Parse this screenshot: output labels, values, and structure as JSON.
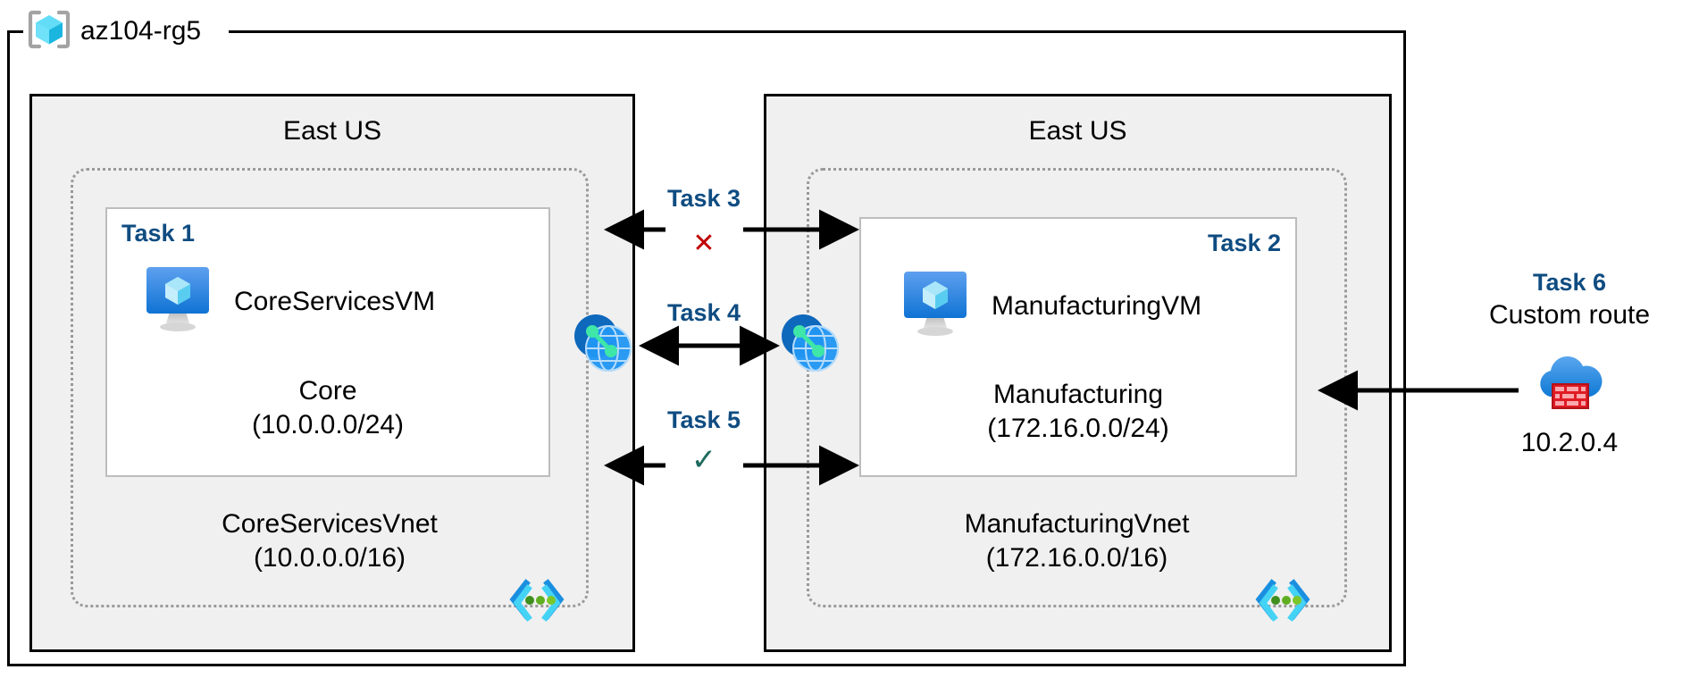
{
  "resource_group": {
    "name": "az104-rg5",
    "icon": "azure-resource-group-icon"
  },
  "regions": [
    {
      "id": "left",
      "title": "East US"
    },
    {
      "id": "right",
      "title": "East US"
    }
  ],
  "vnets": [
    {
      "id": "left",
      "name": "CoreServicesVnet",
      "cidr": "(10.0.0.0/16)",
      "label": "CoreServicesVnet\n(10.0.0.0/16)",
      "icon": "vnet-subnet-icon"
    },
    {
      "id": "right",
      "name": "ManufacturingVnet",
      "cidr": "(172.16.0.0/16)",
      "label": "ManufacturingVnet\n(172.16.0.0/16)",
      "icon": "vnet-subnet-icon"
    }
  ],
  "subnets": [
    {
      "id": "left",
      "task_tag": "Task 1",
      "vm_name": "CoreServicesVM",
      "vm_icon": "virtual-machine-icon",
      "subnet_name": "Core",
      "subnet_cidr": "(10.0.0.0/24)",
      "label": "Core\n(10.0.0.0/24)"
    },
    {
      "id": "right",
      "task_tag": "Task 2",
      "vm_name": "ManufacturingVM",
      "vm_icon": "virtual-machine-icon",
      "subnet_name": "Manufacturing",
      "subnet_cidr": "(172.16.0.0/24)",
      "label": "Manufacturing\n(172.16.0.0/24)"
    }
  ],
  "peering_icons": [
    {
      "id": "left",
      "icon": "vnet-peering-icon"
    },
    {
      "id": "right",
      "icon": "vnet-peering-icon"
    }
  ],
  "tasks": [
    {
      "id": "task3",
      "heading": "Task 3",
      "mark": "✕",
      "mark_kind": "x",
      "mark_color": "#c00000",
      "arrow": "bidirectional-blocked"
    },
    {
      "id": "task4",
      "heading": "Task 4",
      "mark": "",
      "mark_kind": "none",
      "arrow": "bidirectional"
    },
    {
      "id": "task5",
      "heading": "Task 5",
      "mark": "✓",
      "mark_kind": "check",
      "mark_color": "#1f6b5e",
      "arrow": "bidirectional-allowed"
    },
    {
      "id": "task6",
      "heading": "Task 6",
      "subtitle": "Custom route",
      "ip": "10.2.0.4",
      "icon": "azure-firewall-icon",
      "arrow": "left"
    }
  ],
  "colors": {
    "task_label": "#0f4c81",
    "region_fill": "#f0f0f0",
    "region_border": "#000000",
    "vnet_border": "#9a9a9a",
    "subnet_border": "#bdbdbd",
    "blocked": "#c00000",
    "allowed": "#1f6b5e",
    "azure_blue": "#0078d4",
    "cyan": "#32bdee",
    "firewall_red": "#e01b24"
  }
}
